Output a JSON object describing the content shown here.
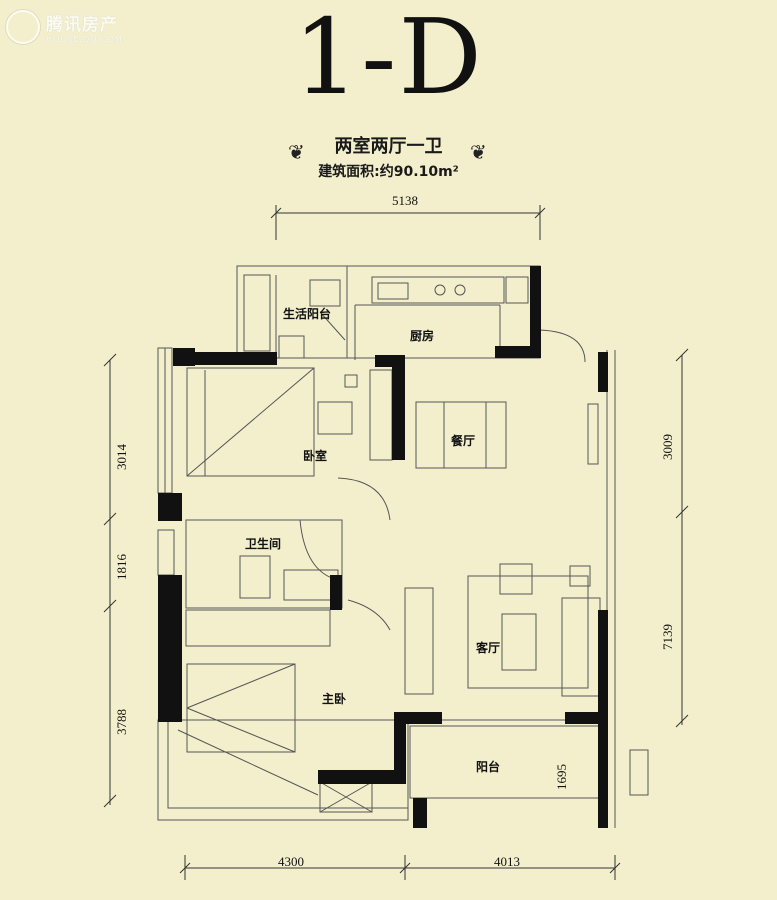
{
  "watermark": {
    "brand": "腾讯房产",
    "sub": "HOUSE.QQ.COM"
  },
  "header": {
    "unit_code": "1-D",
    "layout": "两室两厅一卫",
    "area": "建筑面积:约90.10m²"
  },
  "rooms": {
    "balcony_service": "生活阳台",
    "kitchen": "厨房",
    "bedroom": "卧室",
    "dining": "餐厅",
    "bathroom": "卫生间",
    "living": "客厅",
    "master": "主卧",
    "balcony": "阳台"
  },
  "dimensions": {
    "top": "5138",
    "left_upper": "3014",
    "left_middle": "1816",
    "left_lower": "3788",
    "right_upper": "3009",
    "right_lower": "7139",
    "balcony_depth": "1695",
    "bottom_left": "4300",
    "bottom_right": "4013"
  },
  "colors": {
    "background": "#f3efcd",
    "wall": "#111111",
    "line": "#555555"
  }
}
